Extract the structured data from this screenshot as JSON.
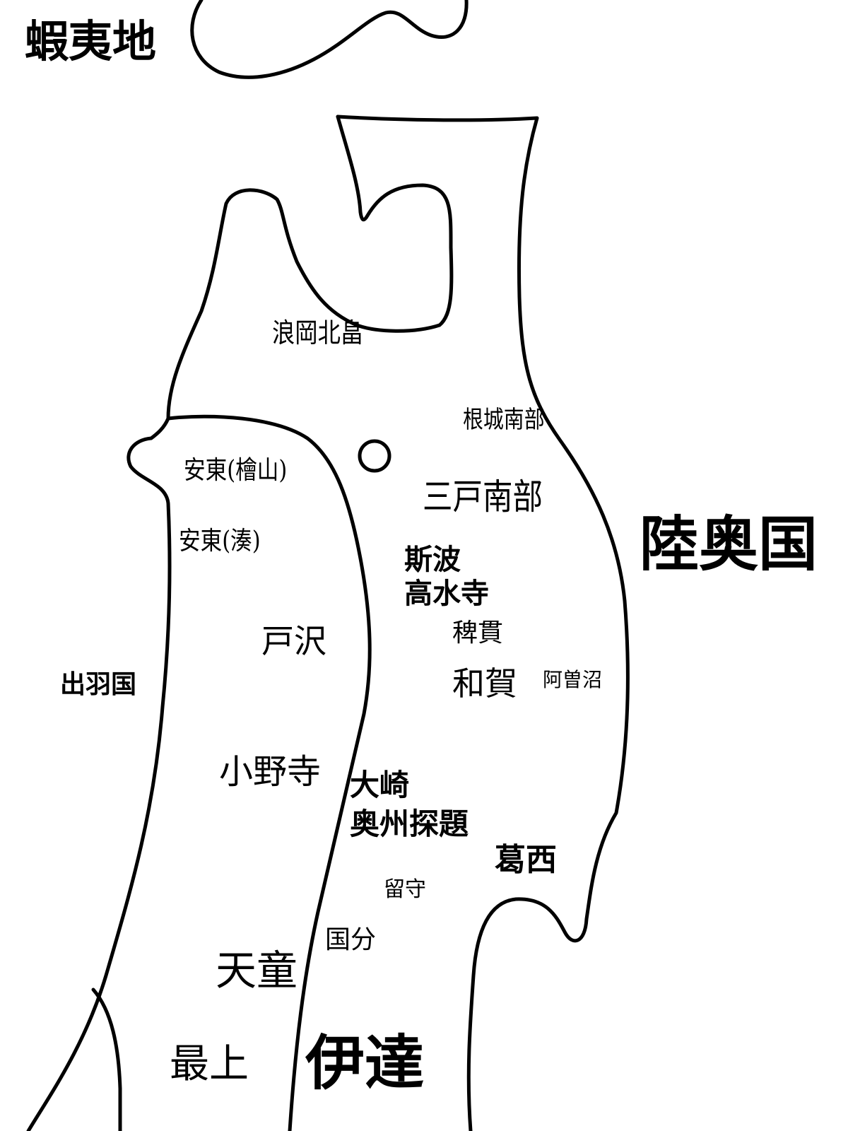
{
  "colors": {
    "background": "#ffffff",
    "ink": "#000000"
  },
  "provinces": {
    "ezochi": "蝦夷地",
    "mutsu": "陸奥国",
    "dewa": "出羽国"
  },
  "clans": {
    "namioka_kitabatake": "浪岡北畠",
    "nejo_nanbu": "根城南部",
    "ando_hiyama": "安東(檜山)",
    "sannohe_nanbu": "三戸南部",
    "ando_minato": "安東(湊)",
    "shiba": "斯波",
    "kosuiji": "高水寺",
    "tozawa": "戸沢",
    "hienuki": "稗貫",
    "waga": "和賀",
    "asonuma": "阿曽沼",
    "onodera": "小野寺",
    "osaki": "大崎",
    "oshu_tandai": "奥州探題",
    "kasai": "葛西",
    "rusu": "留守",
    "kokubun": "国分",
    "tendo": "天童",
    "mogami": "最上",
    "date": "伊達"
  }
}
